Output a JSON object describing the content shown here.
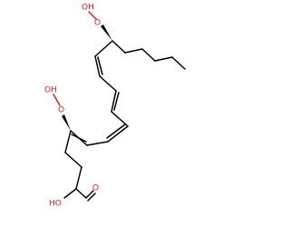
{
  "molecule": {
    "labels": {
      "hydroperoxide_upper": "O",
      "hydroperoxide_upper_h": "OH",
      "hydroperoxide_lower": "O",
      "hydroperoxide_lower_h": "OH",
      "acid_carbonyl": "O",
      "acid_hydroxyl": "HO"
    }
  },
  "colors": {
    "bond": "#000000",
    "oxygen": "#e02020",
    "background": "#ffffff"
  }
}
